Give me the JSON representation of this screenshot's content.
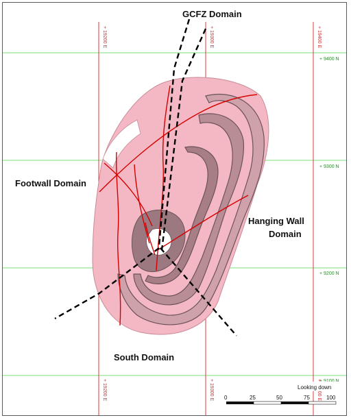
{
  "labels": {
    "gcfz": "GCFZ Domain",
    "footwall": "Footwall Domain",
    "hanging_line1": "Hanging Wall",
    "hanging_line2": "Domain",
    "south": "South Domain"
  },
  "grid": {
    "northings": [
      "+ 9400 N",
      "+ 9300 N",
      "+ 9200 N",
      "+ 9100 N"
    ],
    "eastings": [
      "+ 19200 E",
      "+ 19300 E",
      "+ 19400 E"
    ]
  },
  "scale": {
    "title": "Looking down",
    "ticks": [
      "0",
      "25",
      "50",
      "75",
      "100"
    ]
  },
  "colors": {
    "pit_fill": "#f3b8c3",
    "bench_shadow": "#6b5258",
    "northing_line": "#77dd77",
    "easting_line": "#e03a3a",
    "fault": "#d40000",
    "domain_boundary": "#000000"
  }
}
